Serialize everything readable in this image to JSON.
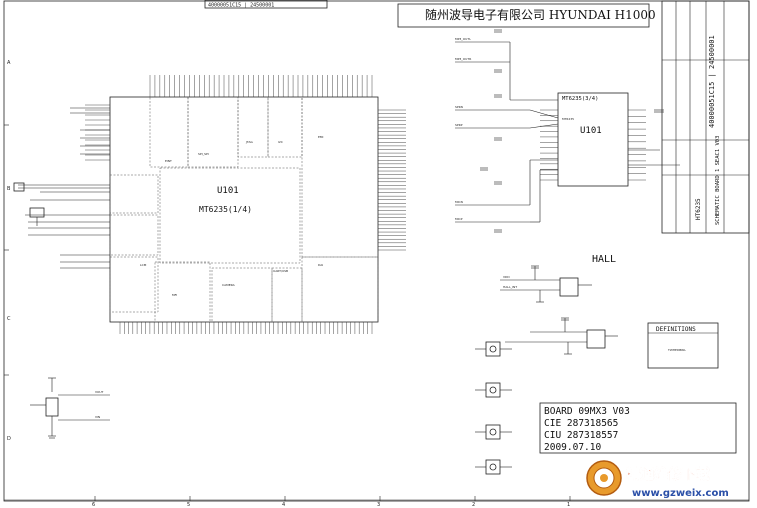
{
  "header": {
    "top_code": "40000051C15 | 24500001",
    "company_title": "随州波导电子有限公司 HYUNDAI H1000"
  },
  "chip_main": {
    "ref": "U101",
    "part": "MT6235(1/4)",
    "blocks": [
      "EINT",
      "SPI_SPI",
      "JTAG",
      "I2C",
      "EMI",
      "LCM",
      "MFI",
      "UART/USB",
      "CAMERA",
      "DAI"
    ]
  },
  "chip_audio": {
    "ref": "U101",
    "part": "MT6235(3/4)",
    "part_inner": "MT6235"
  },
  "net_labels": {
    "mp3_outl": "MP3_OUTL",
    "mp3_outr": "MP3_OUTR",
    "spkn": "SPKN",
    "spkp": "SPKP",
    "micn": "MICN",
    "micp": "MICP",
    "vout": "VOUT",
    "vin": "VIN",
    "hall_int": "HALL_INT",
    "vdd": "VDD"
  },
  "hall": {
    "title": "HALL"
  },
  "definitions": {
    "title": "DEFINITIONS",
    "entry": "TWHEDBRIL"
  },
  "board_info": {
    "line1": "BOARD 09MX3 V03",
    "line2": "CIE 287318565",
    "line3": "CIU 287318557",
    "line4": "2009.07.10"
  },
  "title_block": {
    "doc_number": "40000051C15 | 24500001",
    "model": "HT6235",
    "description": "SCHEMATIC BOARD 1 SEAC1 V03"
  },
  "border": {
    "cols_top": [
      "6",
      "5",
      "4",
      "3",
      "2",
      "1"
    ],
    "rows_left": [
      "A",
      "B",
      "C",
      "D"
    ]
  },
  "watermark": {
    "title": "精通维修下载",
    "url": "www.gzweix.com"
  }
}
